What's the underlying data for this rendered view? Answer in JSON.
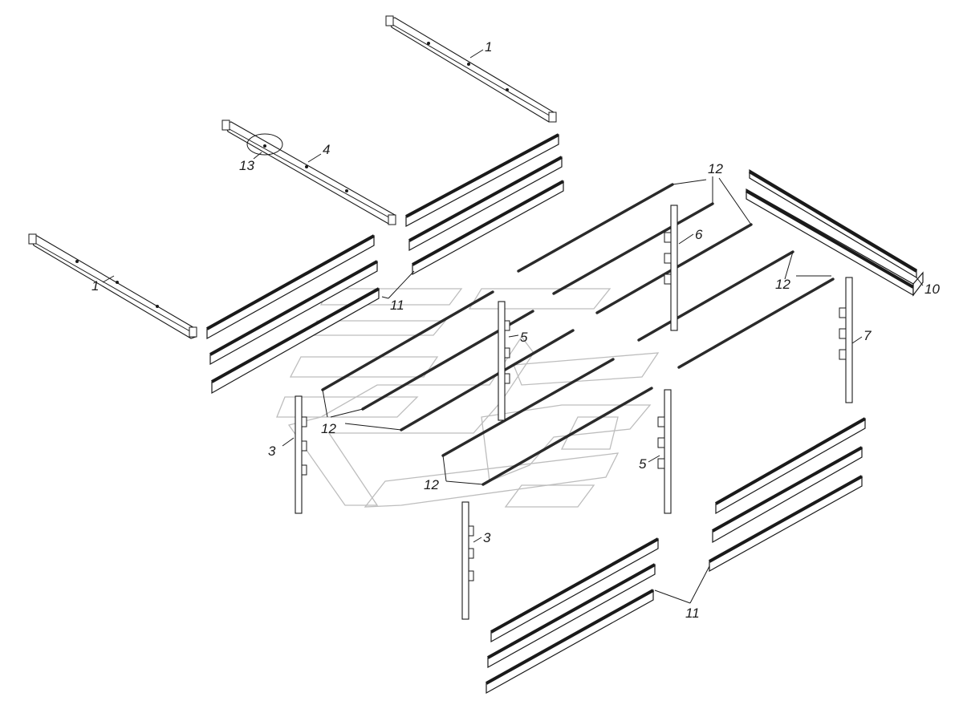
{
  "callouts": [
    {
      "id": "arch-top",
      "label": "1"
    },
    {
      "id": "arch-left",
      "label": "1"
    },
    {
      "id": "arch-middle",
      "label": "4"
    },
    {
      "id": "detail-circle",
      "label": "13"
    },
    {
      "id": "side-boards-left",
      "label": "11"
    },
    {
      "id": "side-boards-bottom",
      "label": "11"
    },
    {
      "id": "end-board",
      "label": "10"
    },
    {
      "id": "slats-top",
      "label": "12"
    },
    {
      "id": "slats-right",
      "label": "12"
    },
    {
      "id": "slats-left",
      "label": "12"
    },
    {
      "id": "slats-bottom",
      "label": "12"
    },
    {
      "id": "post-center",
      "label": "5"
    },
    {
      "id": "post-right",
      "label": "5"
    },
    {
      "id": "post-left",
      "label": "3"
    },
    {
      "id": "post-front",
      "label": "3"
    },
    {
      "id": "post-rear",
      "label": "6"
    },
    {
      "id": "post-corner",
      "label": "7"
    }
  ]
}
